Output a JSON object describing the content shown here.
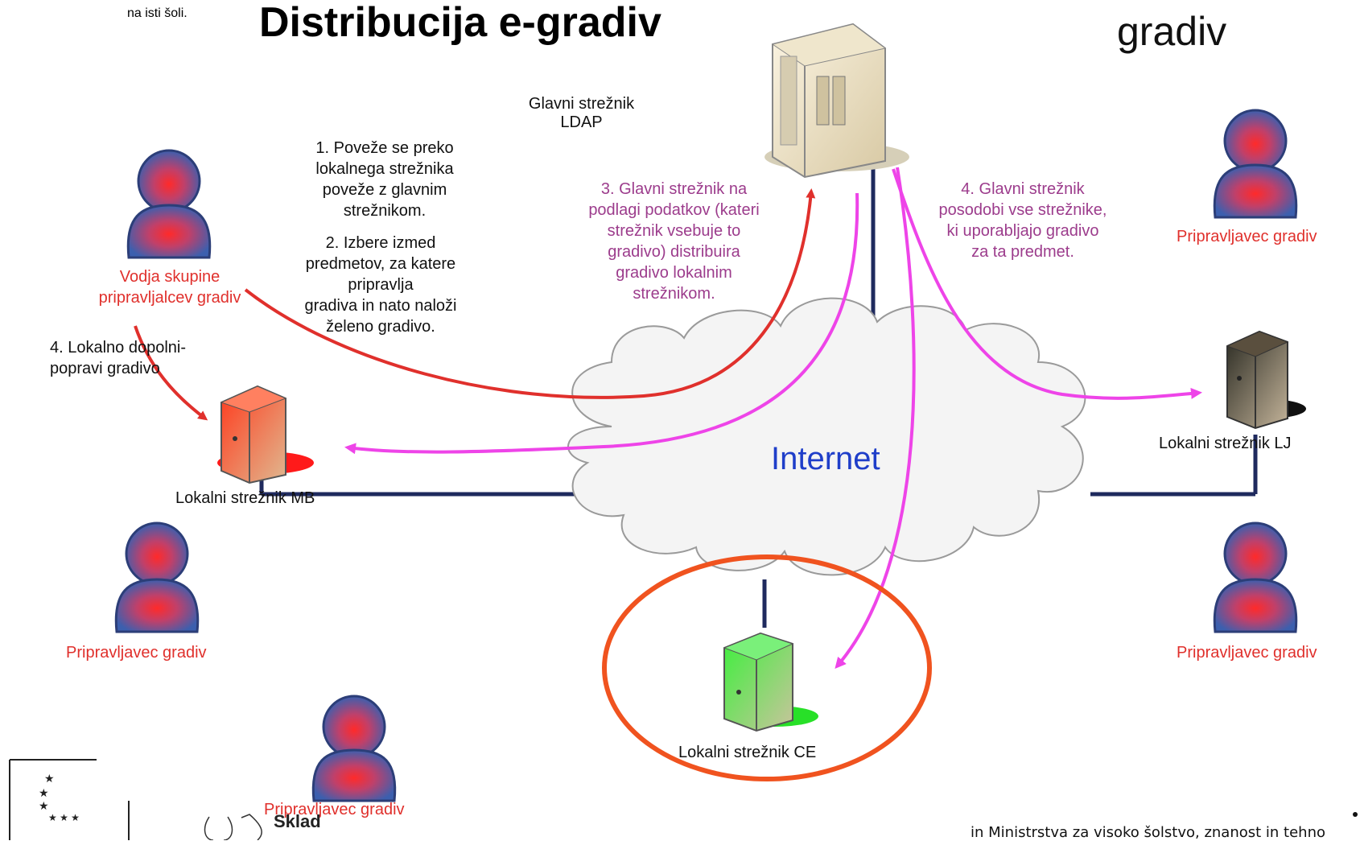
{
  "header": {
    "school_note": "na isti šoli.",
    "title": "Distribucija e-gradiv",
    "corner_title": "gradiv"
  },
  "main_server": {
    "label_line1": "Glavni strežnik",
    "label_line2": "LDAP"
  },
  "steps": {
    "step1": [
      "1. Poveže se preko",
      "lokalnega strežnika",
      "poveže z glavnim",
      "strežnikom."
    ],
    "step2": [
      "2. Izbere izmed",
      "predmetov, za katere",
      "pripravlja",
      "gradiva in nato naloži",
      "želeno gradivo."
    ],
    "step3": [
      "3. Glavni strežnik na",
      "podlagi podatkov (kateri",
      "strežnik vsebuje to",
      "gradivo) distribuira",
      "gradivo lokalnim",
      "strežnikom."
    ],
    "step4_global": [
      "4. Glavni strežnik",
      "posodobi vse strežnike,",
      "ki uporabljajo gradivo",
      "za ta predmet."
    ],
    "step4_local": [
      "4. Lokalno dopolni-",
      "popravi gradivo"
    ]
  },
  "roles": {
    "leader_line1": "Vodja skupine",
    "leader_line2": "pripravljalcev gradiv",
    "preparer": "Pripravljavec gradiv"
  },
  "servers": {
    "mb": "Lokalni strežnik MB",
    "lj": "Lokalni strežnik LJ",
    "ce": "Lokalni strežnik CE"
  },
  "network_label": "Internet",
  "footer": {
    "fund_text": "Sklad",
    "ministry_text": "in Ministrstva za visoko šolstvo, znanost in tehno"
  },
  "colors": {
    "red_arrow": "#e0302c",
    "pink_arrow": "#ee44e8",
    "network_line": "#1f2a5e",
    "highlight_circle": "#f0531f",
    "role_text": "#e0302c"
  }
}
